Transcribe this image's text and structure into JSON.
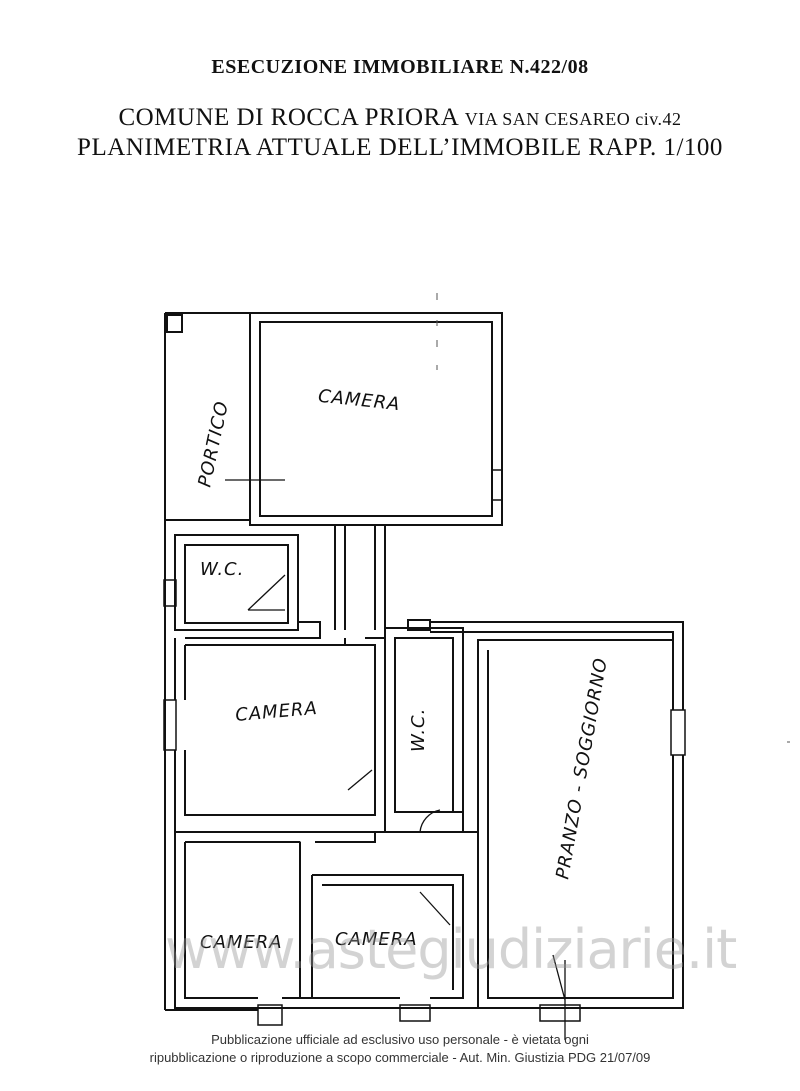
{
  "header": {
    "title": "ESECUZIONE IMMOBILIARE N.422/08",
    "municipality": "COMUNE DI ROCCA PRIORA",
    "address": "VIA SAN CESAREO civ.42",
    "plan_title": "PLANIMETRIA  ATTUALE DELL’IMMOBILE RAPP. 1/100"
  },
  "rooms": {
    "portico": "PORTICO",
    "camera_top": "CAMERA",
    "wc_left": "W.C.",
    "camera_mid": "CAMERA",
    "wc_center": "W.C.",
    "pranzo": "PRANZO - SOGGIORNO",
    "camera_bottom_left": "CAMERA",
    "camera_bottom_center": "CAMERA"
  },
  "watermark": "www.astegiudiziarie.it",
  "notice": {
    "line1": "Pubblicazione ufficiale ad esclusivo uso personale - è vietata ogni",
    "line2": "ripubblicazione o riproduzione a scopo commerciale - Aut. Min. Giustizia PDG 21/07/09"
  }
}
